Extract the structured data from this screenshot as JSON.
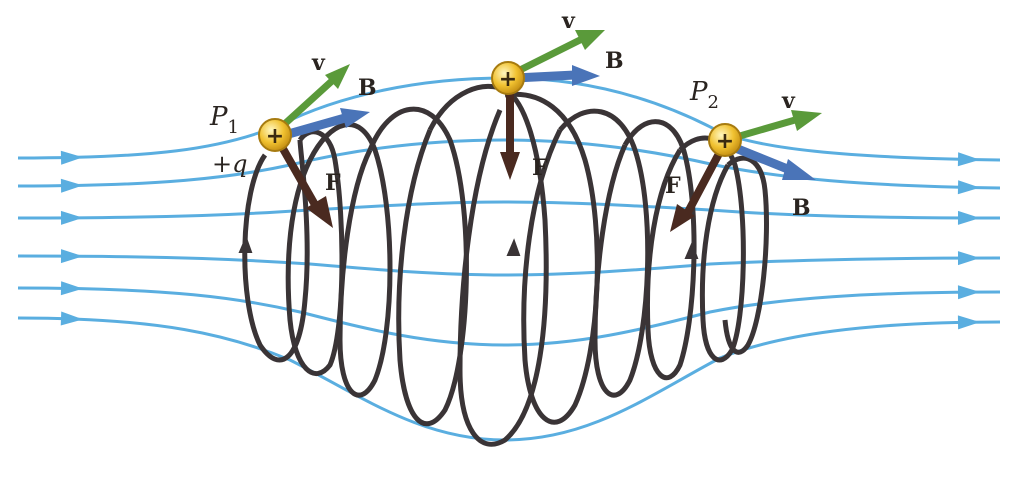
{
  "labels": {
    "v": "v",
    "B": "B",
    "F": "F",
    "P": "P",
    "sub1": "1",
    "sub2": "2",
    "plus_q": "+q",
    "plus": "+"
  },
  "colors": {
    "field_line": "#5aaee0",
    "trajectory": "#3a3436",
    "velocity_arrow": "#5a9a3a",
    "field_arrow": "#4a74b8",
    "force_arrow": "#4a2a20",
    "charge_fill": "#f1c231",
    "charge_stroke": "#a77b10"
  }
}
